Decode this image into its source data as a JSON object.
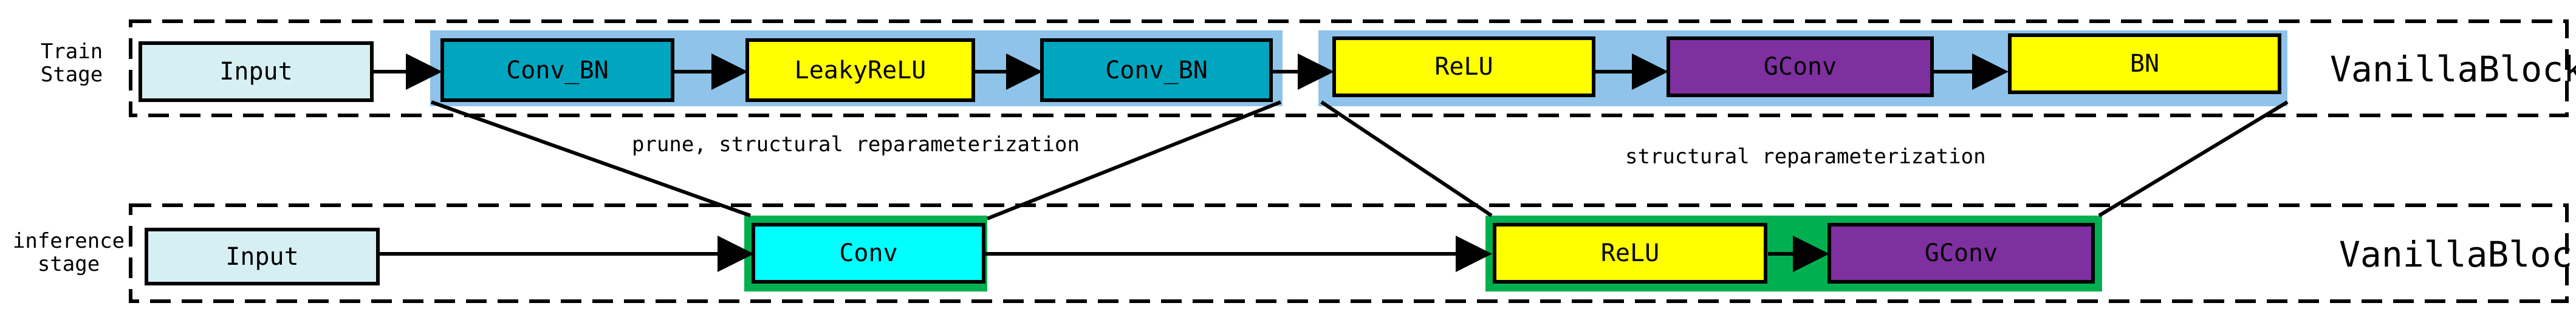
{
  "train": {
    "stage_label_line1": "Train",
    "stage_label_line2": "Stage",
    "block_label": "VanillaBlock",
    "nodes": {
      "input": "Input",
      "conv_bn_1": "Conv_BN",
      "leaky_relu": "LeakyReLU",
      "conv_bn_2": "Conv_BN",
      "relu": "ReLU",
      "gconv": "GConv",
      "bn": "BN"
    }
  },
  "inference": {
    "stage_label_line1": "inference",
    "stage_label_line2": "stage",
    "block_label": "VanillaBlock",
    "nodes": {
      "input": "Input",
      "conv": "Conv",
      "relu": "ReLU",
      "gconv": "GConv"
    }
  },
  "captions": {
    "left": "prune, structural reparameterization",
    "right": "structural reparameterization"
  },
  "colors": {
    "input": "#d6eff3",
    "conv_bn": "#00a6c0",
    "yellow": "#ffff00",
    "purple": "#7f30a0",
    "cyan": "#00ffff",
    "group_blue": "#8fc3e9",
    "group_green": "#00b050"
  }
}
